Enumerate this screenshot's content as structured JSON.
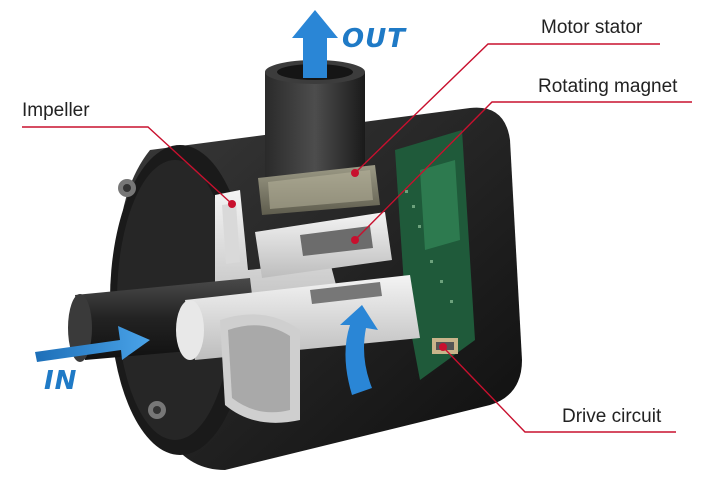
{
  "labels": {
    "motor_stator": "Motor stator",
    "rotating_magnet": "Rotating magnet",
    "impeller": "Impeller",
    "drive_circuit": "Drive circuit"
  },
  "flow": {
    "out": "OUT",
    "in": "IN"
  },
  "colors": {
    "accent_blue": "#2a86d6",
    "leader_red": "#c8102e",
    "housing": "#1c1c1c",
    "pcb_green": "#1f5a3a"
  }
}
